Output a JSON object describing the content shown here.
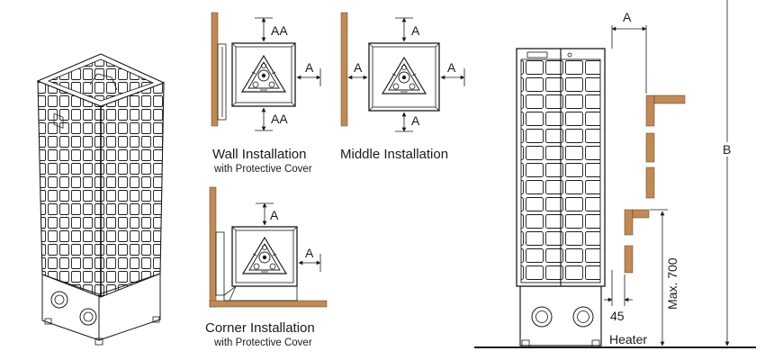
{
  "views": {
    "wall": {
      "title": "Wall Installation",
      "subtitle": "with Protective Cover",
      "dim_top": "AA",
      "dim_side": "A",
      "dim_bottom": "AA"
    },
    "middle": {
      "title": "Middle Installation",
      "dim_top": "A",
      "dim_left": "A",
      "dim_right": "A",
      "dim_bottom": "A"
    },
    "corner": {
      "title": "Corner Installation",
      "subtitle": "with Protective Cover",
      "dim_top": "A",
      "dim_side": "A"
    },
    "front": {
      "dim_width": "A",
      "dim_height": "B",
      "dim_max": "Max. 700",
      "dim_gap": "45",
      "label_heater": "Heater"
    }
  },
  "colors": {
    "wood": "#c08a55",
    "line": "#1a1a1a"
  }
}
